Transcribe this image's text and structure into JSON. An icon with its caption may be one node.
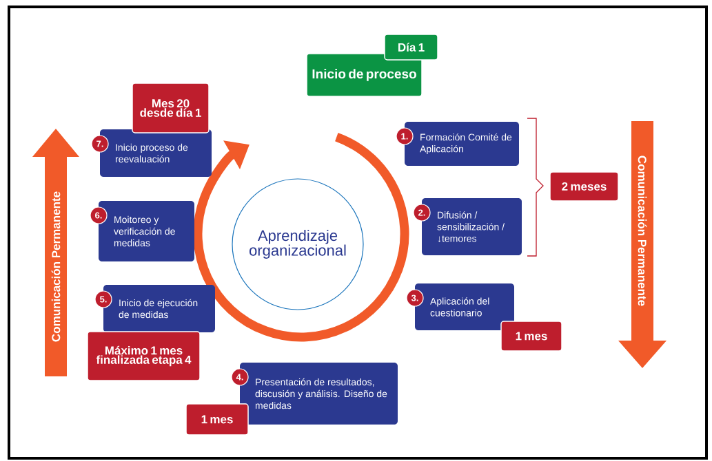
{
  "diagram": {
    "nodes": [
      {
        "text": [
          "Día 1"
        ]
      },
      {
        "text": [
          "Inicio de proceso"
        ]
      },
      {
        "text": [
          "Mes 20 desde día 1"
        ]
      },
      {
        "text": [
          "7.",
          "Inicio proceso de reevaluación"
        ]
      },
      {
        "text": [
          "1.",
          "Formación Comité de Aplicación"
        ]
      },
      {
        "text": [
          "6.",
          "Moitoreo y verificación de medidas"
        ]
      },
      {
        "text": [
          "Aprendizaje organizacional"
        ]
      },
      {
        "text": [
          "2.",
          "Difusión / sensibilización / ↓temores"
        ]
      },
      {
        "text": [
          "2 meses"
        ]
      },
      {
        "text": [
          "5.",
          "Inicio de ejecución de medidas"
        ]
      },
      {
        "text": [
          "3.",
          "Aplicación del cuestionario"
        ]
      },
      {
        "text": [
          "Máximo 1 mes finalizada etapa 4"
        ]
      },
      {
        "text": [
          "1 mes"
        ]
      },
      {
        "text": [
          "4.",
          "Presentación de resultados, discusión y análisis. Diseño de medidas"
        ]
      },
      {
        "text": [
          "1 mes"
        ]
      },
      {
        "text": [
          "Comunicación Permanente"
        ]
      },
      {
        "text": [
          "Comunicación Permanente"
        ]
      }
    ]
  }
}
